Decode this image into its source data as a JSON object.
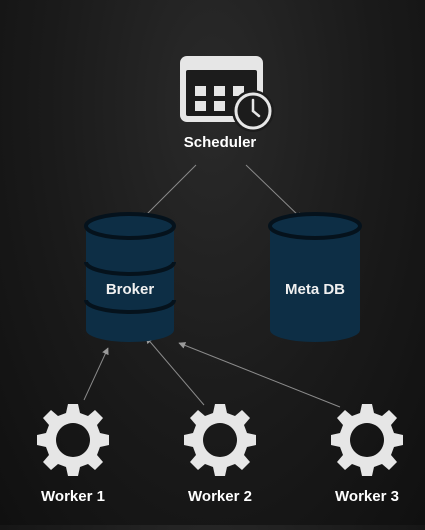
{
  "nodes": {
    "scheduler": {
      "label": "Scheduler",
      "icon": "calendar-clock-icon"
    },
    "broker": {
      "label": "Broker",
      "icon": "database-icon"
    },
    "metadb": {
      "label": "Meta DB",
      "icon": "database-icon"
    },
    "workers": [
      {
        "label": "Worker 1",
        "icon": "gear-icon"
      },
      {
        "label": "Worker 2",
        "icon": "gear-icon"
      },
      {
        "label": "Worker 3",
        "icon": "gear-icon"
      }
    ]
  },
  "edges": [
    {
      "from": "Scheduler",
      "to": "Broker"
    },
    {
      "from": "Scheduler",
      "to": "Meta DB"
    },
    {
      "from": "Worker 1",
      "to": "Broker"
    },
    {
      "from": "Worker 2",
      "to": "Broker"
    },
    {
      "from": "Worker 3",
      "to": "Broker"
    }
  ],
  "colors": {
    "background": "#1a1a1a",
    "cylinder_fill": "#0d2e45",
    "cylinder_stroke": "#05121c",
    "icon_fill": "#e6e6e6",
    "edge": "#8a8a8a",
    "text": "#ffffff"
  }
}
